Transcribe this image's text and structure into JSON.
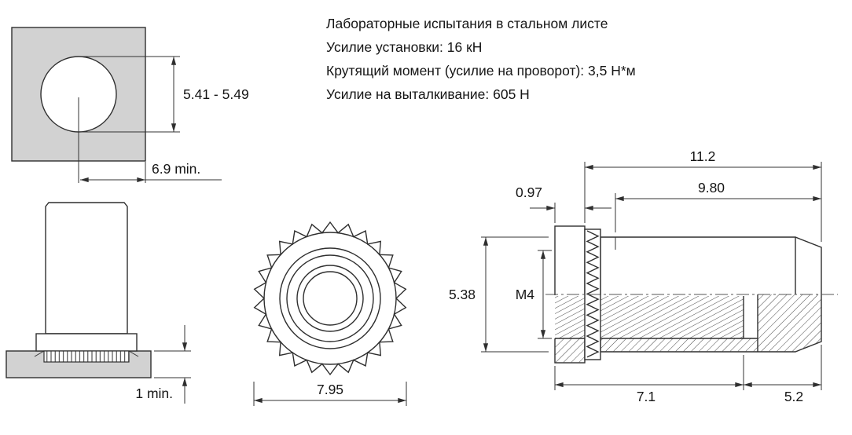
{
  "specs": {
    "title": "Лабораторные испытания в стальном листе",
    "installation_force": "Усилие установки: 16 кН",
    "torque": "Крутящий момент (усилие на проворот): 3,5 Н*м",
    "pushout_force": "Усилие на выталкивание: 605 Н"
  },
  "dimensions": {
    "hole_diameter_range": "5.41 - 5.49",
    "edge_distance_min": "6.9 min.",
    "sheet_thickness_min": "1 min.",
    "knurl_outer_diameter": "7.95",
    "overall_length": "11.2",
    "shank_length": "9.80",
    "head_thickness": "0.97",
    "shank_diameter": "5.38",
    "thread_size": "M4",
    "thread_length": "7.1",
    "pilot_length": "5.2"
  },
  "colors": {
    "line": "#333333",
    "sheet_fill": "#d2d2d2",
    "text": "#151515",
    "background": "#ffffff"
  }
}
